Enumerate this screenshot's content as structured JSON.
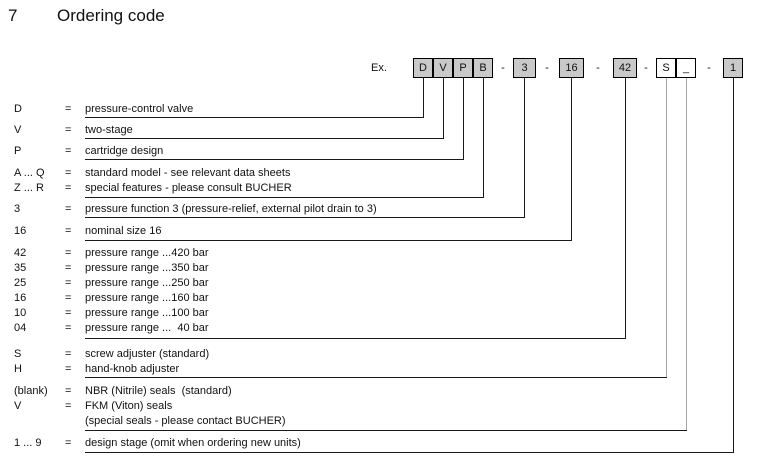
{
  "heading": {
    "number": "7",
    "title": "Ordering code"
  },
  "equals": "=",
  "example": {
    "label": "Ex.",
    "separator": "-",
    "boxes": [
      {
        "label": "D",
        "filled": true
      },
      {
        "label": "V",
        "filled": true
      },
      {
        "label": "P",
        "filled": true
      },
      {
        "label": "B",
        "filled": true
      },
      {
        "label": "3",
        "filled": true
      },
      {
        "label": "16",
        "filled": true
      },
      {
        "label": "42",
        "filled": true
      },
      {
        "label": "S",
        "filled": false
      },
      {
        "label": "_",
        "filled": false
      },
      {
        "label": "1",
        "filled": true
      }
    ]
  },
  "rows": [
    {
      "label": "D",
      "desc": "pressure-control valve"
    },
    {
      "label": "V",
      "desc": "two-stage"
    },
    {
      "label": "P",
      "desc": "cartridge design"
    },
    {
      "label": "A ... Q",
      "desc": "standard model - see relevant data sheets"
    },
    {
      "label": "Z ... R",
      "desc": "special features - please consult BUCHER"
    },
    {
      "label": "3",
      "desc": "pressure function 3 (pressure-relief, external pilot drain to 3)"
    },
    {
      "label": "16",
      "desc": "nominal size 16"
    },
    {
      "label": "42",
      "desc": "pressure range ...420 bar"
    },
    {
      "label": "35",
      "desc": "pressure range ...350 bar"
    },
    {
      "label": "25",
      "desc": "pressure range ...250 bar"
    },
    {
      "label": "16",
      "desc": "pressure range ...160 bar"
    },
    {
      "label": "10",
      "desc": "pressure range ...100 bar"
    },
    {
      "label": "04",
      "desc": "pressure range ...  40 bar"
    },
    {
      "label": "S",
      "desc": "screw adjuster (standard)"
    },
    {
      "label": "H",
      "desc": "hand-knob adjuster"
    },
    {
      "label": "(blank)",
      "desc": "NBR (Nitrile) seals  (standard)"
    },
    {
      "label": "V",
      "desc": "FKM (Viton) seals"
    },
    {
      "label": "",
      "desc": "(special seals - please contact BUCHER)"
    },
    {
      "label": "1 ... 9",
      "desc": "design stage (omit when ordering new units)"
    }
  ],
  "colors": {
    "box_fill": "#c9c9c9",
    "line": "#1a1a1a",
    "muted_line": "#a6a6a6",
    "text": "#111111"
  }
}
